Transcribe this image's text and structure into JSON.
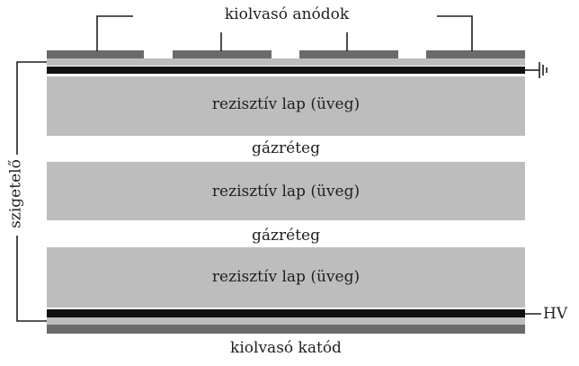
{
  "labels": {
    "readout_anodes": "kiolvasó anódok",
    "resistive_plate": "rezisztív lap (üveg)",
    "gas_layer": "gázréteg",
    "insulator": "szigetelő",
    "hv": "HV",
    "readout_cathode": "kiolvasó katód"
  },
  "colors": {
    "plate": "#bdbdbd",
    "electrode": "#6a6a6a",
    "hv_strip": "#111111",
    "line": "#1f1f1f"
  }
}
